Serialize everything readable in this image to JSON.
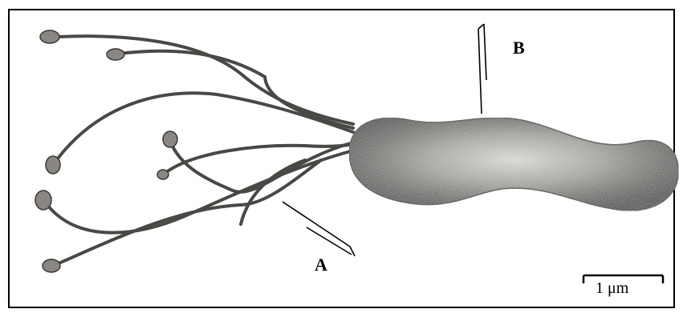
{
  "figure": {
    "labels": {
      "a": "A",
      "b": "B"
    },
    "scale_bar": {
      "text": "1 μm",
      "length_um": 1
    },
    "colors": {
      "frame": "#000000",
      "body_light": "#d9d9d4",
      "body_dark": "#2f2f2b",
      "flagella": "#4a4845",
      "bulbs": "#8a8783",
      "background": "#ffffff"
    }
  }
}
